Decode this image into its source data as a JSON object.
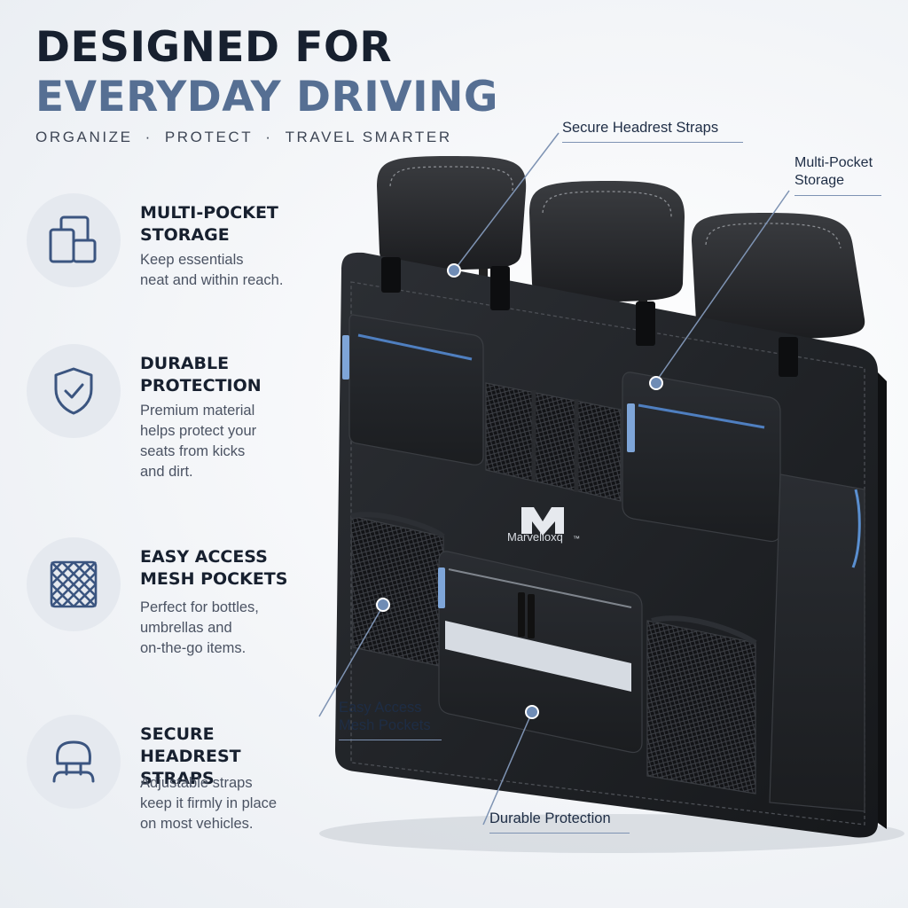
{
  "hero": {
    "title_line1": "DESIGNED FOR",
    "title_line2": "EVERYDAY DRIVING",
    "tagline": [
      "ORGANIZE",
      "PROTECT",
      "TRAVEL SMARTER"
    ],
    "tagline_separator": "·"
  },
  "features": [
    {
      "icon": "pockets-icon",
      "title": "MULTI-POCKET\nSTORAGE",
      "description": "Keep essentials\nneat and within reach."
    },
    {
      "icon": "shield-check-icon",
      "title": "DURABLE\nPROTECTION",
      "description": "Premium material\nhelps protect your\nseats from kicks\nand dirt."
    },
    {
      "icon": "mesh-net-icon",
      "title": "EASY ACCESS\nMESH POCKETS",
      "description": "Perfect for bottles,\numbrellas and\non-the-go items."
    },
    {
      "icon": "headrest-icon",
      "title": "SECURE\nHEADREST STRAPS",
      "description": "Adjustable straps\nkeep it firmly in place\non most vehicles."
    }
  ],
  "callouts": {
    "headrest_straps": "Secure Headrest Straps",
    "multi_pocket": "Multi-Pocket\nStorage",
    "mesh_pockets": "Easy Access\nMesh Pockets",
    "durable": "Durable Protection"
  },
  "brand": {
    "logo_text": "Marvelloxq",
    "trademark": "™"
  },
  "colors": {
    "accent": "#566f93",
    "dark": "#17202f",
    "badge_bg": "#e5e9ef",
    "zipper_blue": "#4f7fc0"
  }
}
